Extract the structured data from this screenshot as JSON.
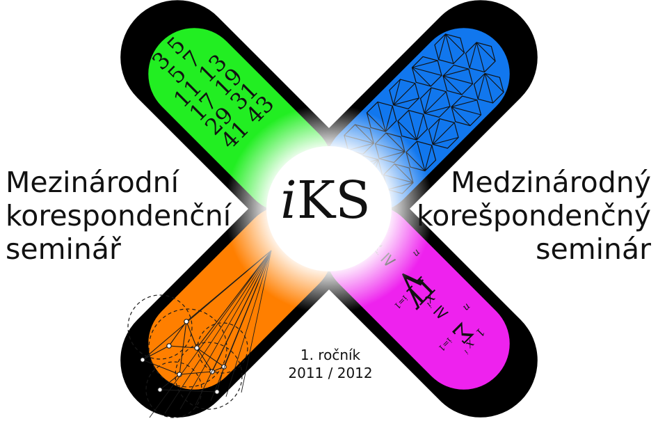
{
  "left_title": {
    "lines": [
      "Mezinárodní",
      "korespondenční",
      "seminář"
    ]
  },
  "right_title": {
    "lines": [
      "Medzinárodný",
      "korešpondenčný",
      "seminár"
    ]
  },
  "center_logo": {
    "prefix": "i",
    "text": "KS"
  },
  "edition": {
    "volume": "1. ročník",
    "years": "2011 / 2012"
  },
  "green_arm": {
    "color": "#22ee22",
    "prime_rows": [
      "3 5",
      "5 7",
      "11 13",
      "17 19",
      "29 31",
      "41 43"
    ]
  },
  "blue_arm": {
    "color": "#1177ee",
    "motif": "hexagon-triangulations"
  },
  "orange_arm": {
    "color": "#ff7f00",
    "motif": "geometry-circles"
  },
  "magenta_arm": {
    "color": "#ee22ee",
    "formula_parts": [
      "1",
      "n",
      "Σ",
      "i=1",
      "x",
      "i",
      "≥",
      "n",
      "√",
      "Π",
      "i=1",
      "x",
      "i",
      "≥",
      "n",
      "Σ",
      "i=1",
      "1",
      "x",
      "i"
    ]
  },
  "outline_color": "#000000"
}
